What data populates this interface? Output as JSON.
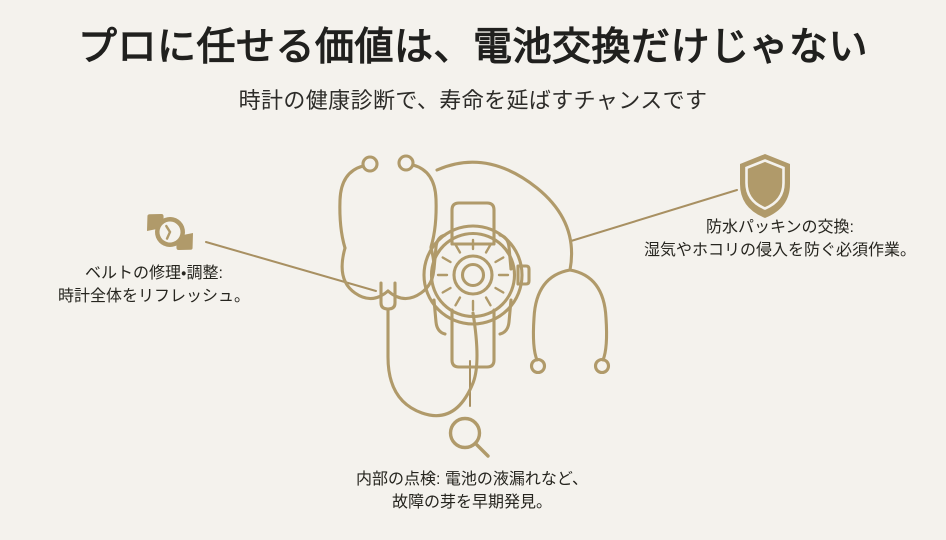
{
  "slide": {
    "background_color": "#f4f2ed",
    "accent_color": "#b09a6a",
    "line_color": "#a89062",
    "text_color": "#20201e"
  },
  "header": {
    "title": "プロに任せる価値は、電池交換だけじゃない",
    "subtitle": "時計の健康診断で、寿命を延ばすチャンスです"
  },
  "callouts": [
    {
      "id": "belt",
      "icon": "wristwatch-icon",
      "line1": "ベルトの修理・調整:",
      "line2": "時計全体をリフレッシュ。"
    },
    {
      "id": "gasket",
      "icon": "shield-icon",
      "line1": "防水パッキンの交換:",
      "line2": "湿気やホコリの侵入を防ぐ必須作業。"
    },
    {
      "id": "inspect",
      "icon": "magnifier-icon",
      "line1": "内部の点検: 電池の液漏れなど、",
      "line2": "故障の芽を早期発見。"
    }
  ],
  "illustration": {
    "name": "stethoscope-over-wristwatch",
    "parts": [
      "stethoscope-left-earpiece",
      "stethoscope-right-earpiece",
      "stethoscope-chestpiece",
      "stethoscope-secondary",
      "wristwatch-body",
      "wristwatch-dial",
      "wristwatch-crown",
      "wristwatch-strap"
    ]
  }
}
